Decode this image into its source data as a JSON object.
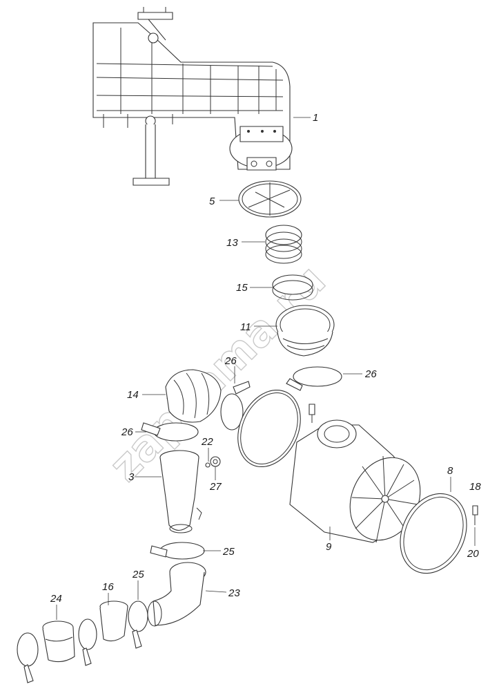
{
  "watermark": "zapkama.ru",
  "callouts": {
    "c1": "1",
    "c5": "5",
    "c13": "13",
    "c15": "15",
    "c11": "11",
    "c26a": "26",
    "c26b": "26",
    "c26c": "26",
    "c14": "14",
    "c22": "22",
    "c3": "3",
    "c27": "27",
    "c8": "8",
    "c18": "18",
    "c9": "9",
    "c20": "20",
    "c25a": "25",
    "c25b": "25",
    "c23": "23",
    "c16": "16",
    "c24": "24"
  }
}
